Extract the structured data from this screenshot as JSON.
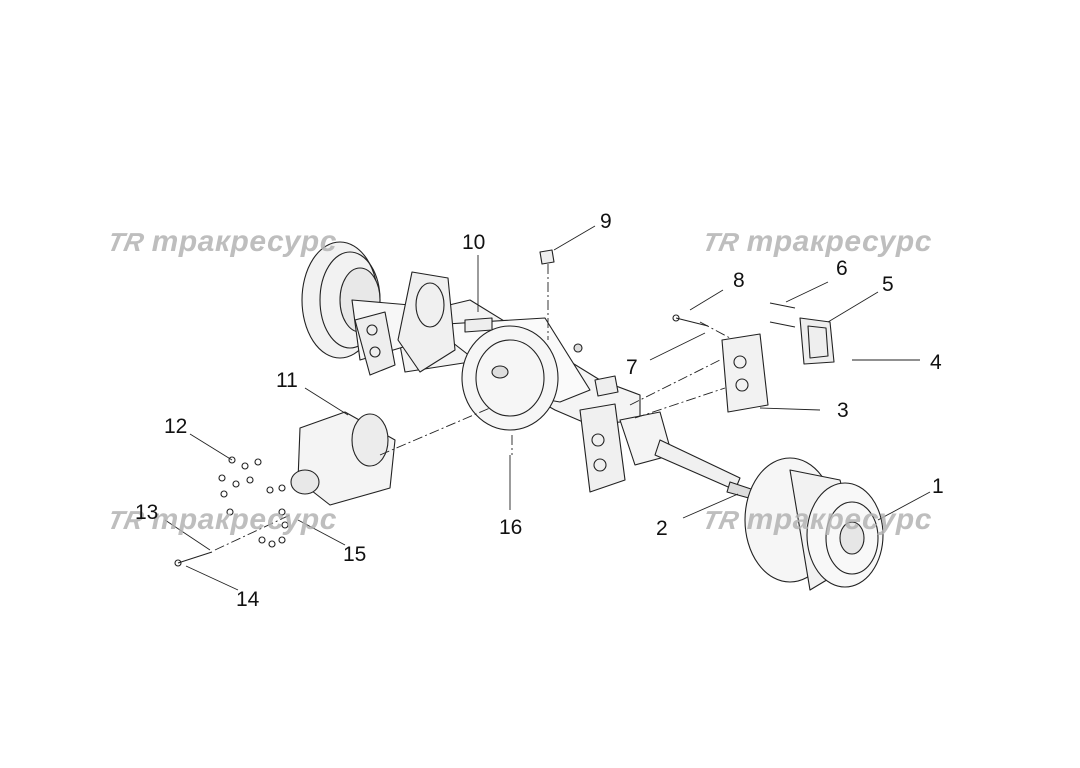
{
  "diagram": {
    "callouts": [
      {
        "id": "1",
        "label": "1"
      },
      {
        "id": "2",
        "label": "2"
      },
      {
        "id": "3",
        "label": "3"
      },
      {
        "id": "4",
        "label": "4"
      },
      {
        "id": "5",
        "label": "5"
      },
      {
        "id": "6",
        "label": "6"
      },
      {
        "id": "7",
        "label": "7"
      },
      {
        "id": "8",
        "label": "8"
      },
      {
        "id": "9",
        "label": "9"
      },
      {
        "id": "10",
        "label": "10"
      },
      {
        "id": "11",
        "label": "11"
      },
      {
        "id": "12",
        "label": "12"
      },
      {
        "id": "13",
        "label": "13"
      },
      {
        "id": "14",
        "label": "14"
      },
      {
        "id": "15",
        "label": "15"
      },
      {
        "id": "16",
        "label": "16"
      }
    ],
    "watermark": {
      "logo": "TR",
      "text": "тракресурс"
    }
  }
}
